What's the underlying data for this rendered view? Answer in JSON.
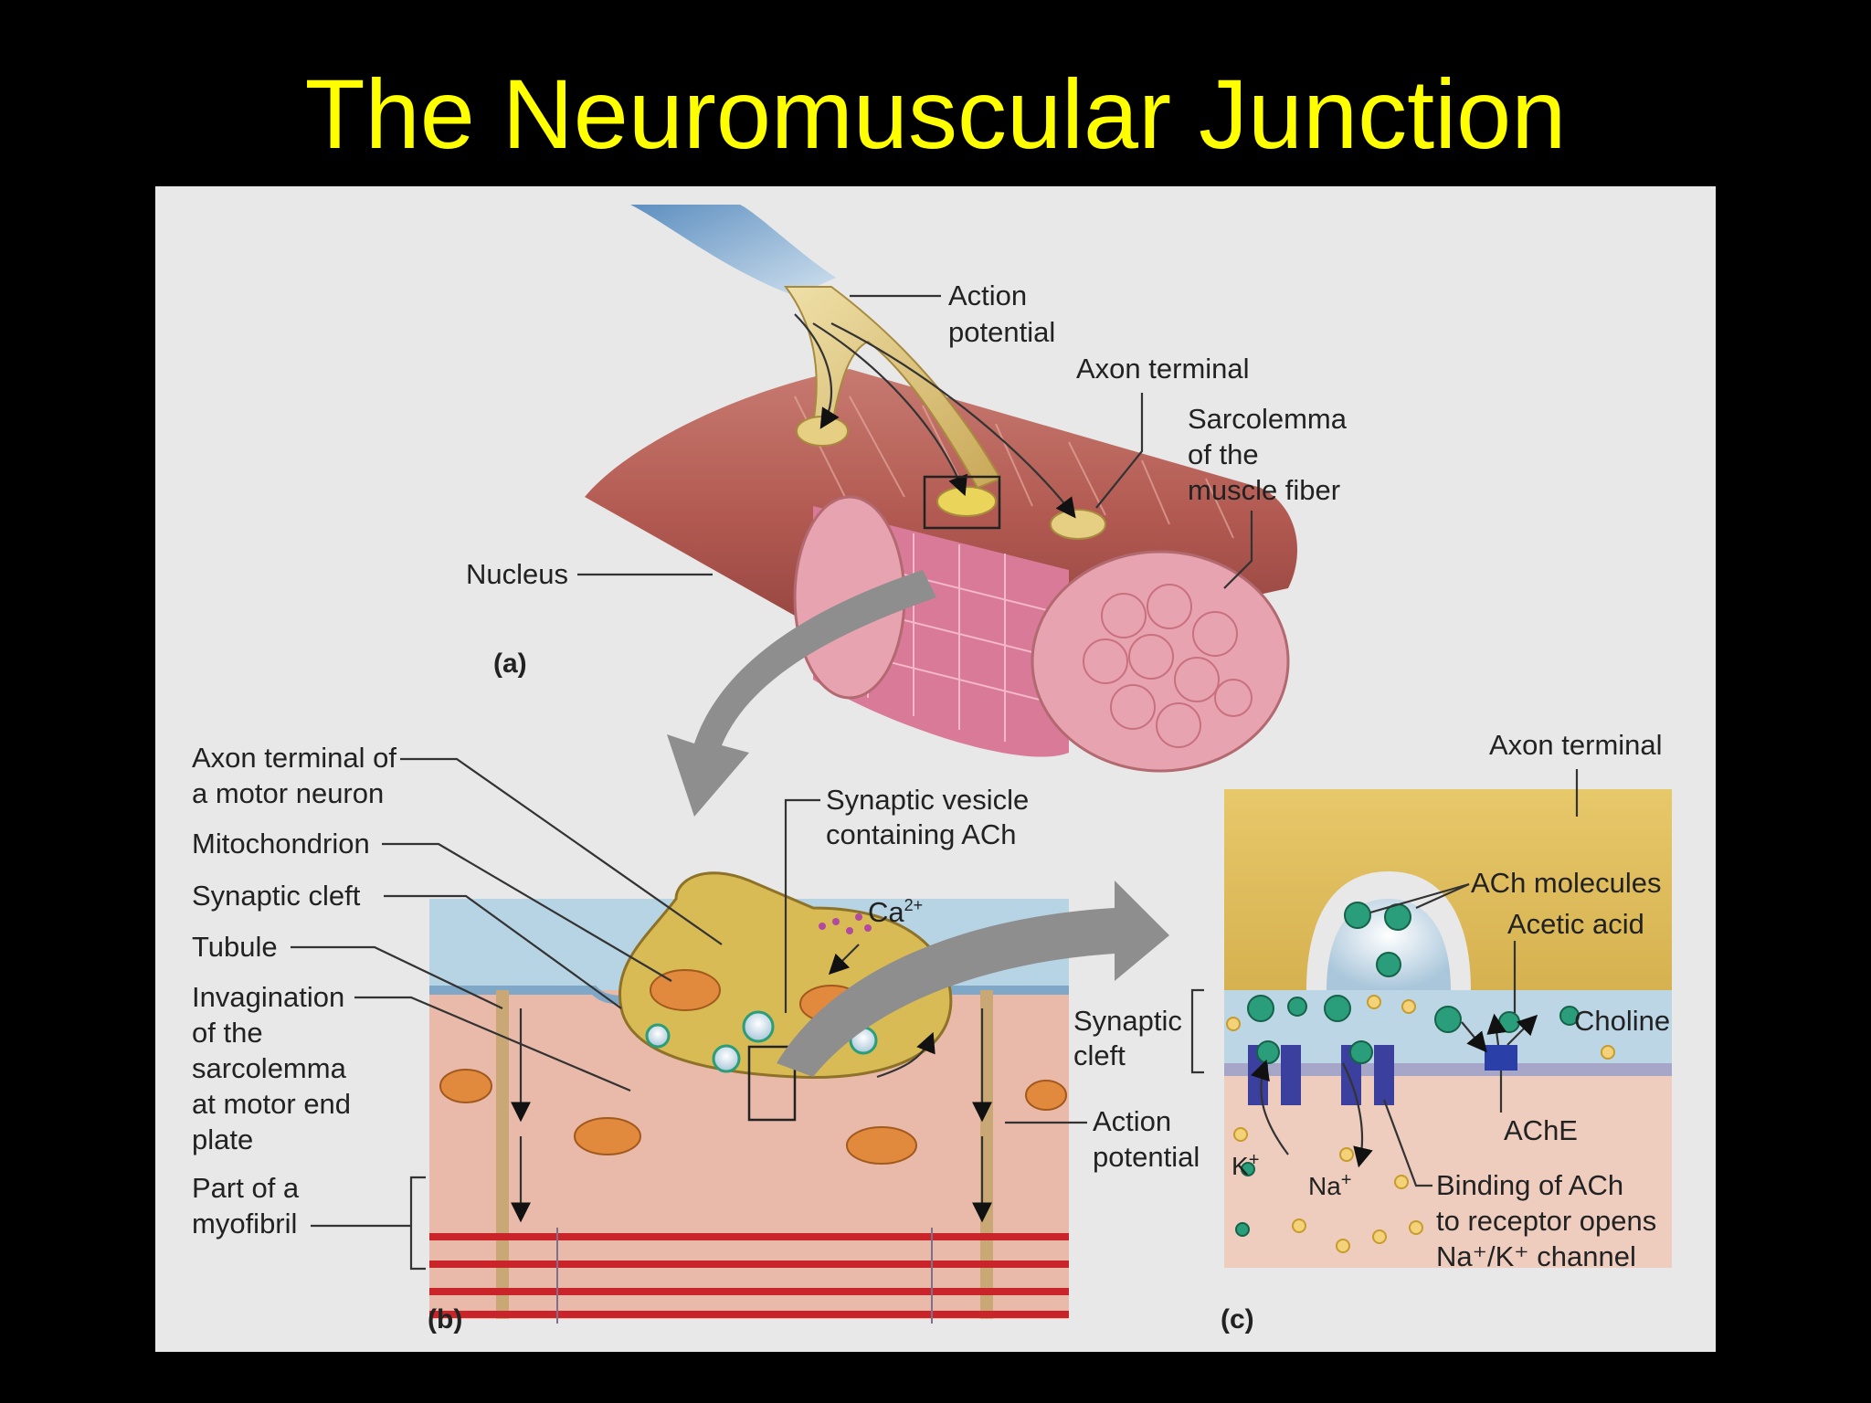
{
  "slide": {
    "title": "The Neuromuscular Junction"
  },
  "colors": {
    "background": "#000000",
    "title": "#ffff00",
    "panel": "#e8e8e8",
    "muscle": "#b8605a",
    "myofibril": "#d9608a",
    "axon": "#d8c27a",
    "cleft": "#bcd6e6",
    "ach": "#2a9d7a",
    "channel": "#3b3f9e",
    "arrow": "#8e8e8e"
  },
  "panel_a": {
    "tag": "(a)",
    "labels": {
      "action_potential_1": "Action",
      "action_potential_2": "potential",
      "axon_terminal": "Axon terminal",
      "sarcolemma_1": "Sarcolemma",
      "sarcolemma_2": "of the",
      "sarcolemma_3": "muscle fiber",
      "nucleus": "Nucleus"
    }
  },
  "panel_b": {
    "tag": "(b)",
    "labels": {
      "axon_terminal_1": "Axon terminal of",
      "axon_terminal_2": "a motor neuron",
      "mitochondrion": "Mitochondrion",
      "synaptic_cleft": "Synaptic cleft",
      "tubule": "Tubule",
      "invagination_1": "Invagination",
      "invagination_2": "of the",
      "invagination_3": "sarcolemma",
      "invagination_4": "at motor end",
      "invagination_5": "plate",
      "myofibril_1": "Part of a",
      "myofibril_2": "myofibril",
      "vesicle_1": "Synaptic vesicle",
      "vesicle_2": "containing ACh",
      "calcium": "Ca",
      "calcium_charge": "2+",
      "action_potential_1": "Action",
      "action_potential_2": "potential"
    }
  },
  "panel_c": {
    "tag": "(c)",
    "labels": {
      "axon_terminal": "Axon terminal",
      "ach_molecules": "ACh molecules",
      "acetic_acid": "Acetic acid",
      "choline": "Choline",
      "synaptic_cleft_1": "Synaptic",
      "synaptic_cleft_2": "cleft",
      "ache": "AChE",
      "potassium": "K",
      "sodium": "Na",
      "binding_1": "Binding of ACh",
      "binding_2": "to receptor opens",
      "binding_3": "Na⁺/K⁺ channel"
    }
  }
}
